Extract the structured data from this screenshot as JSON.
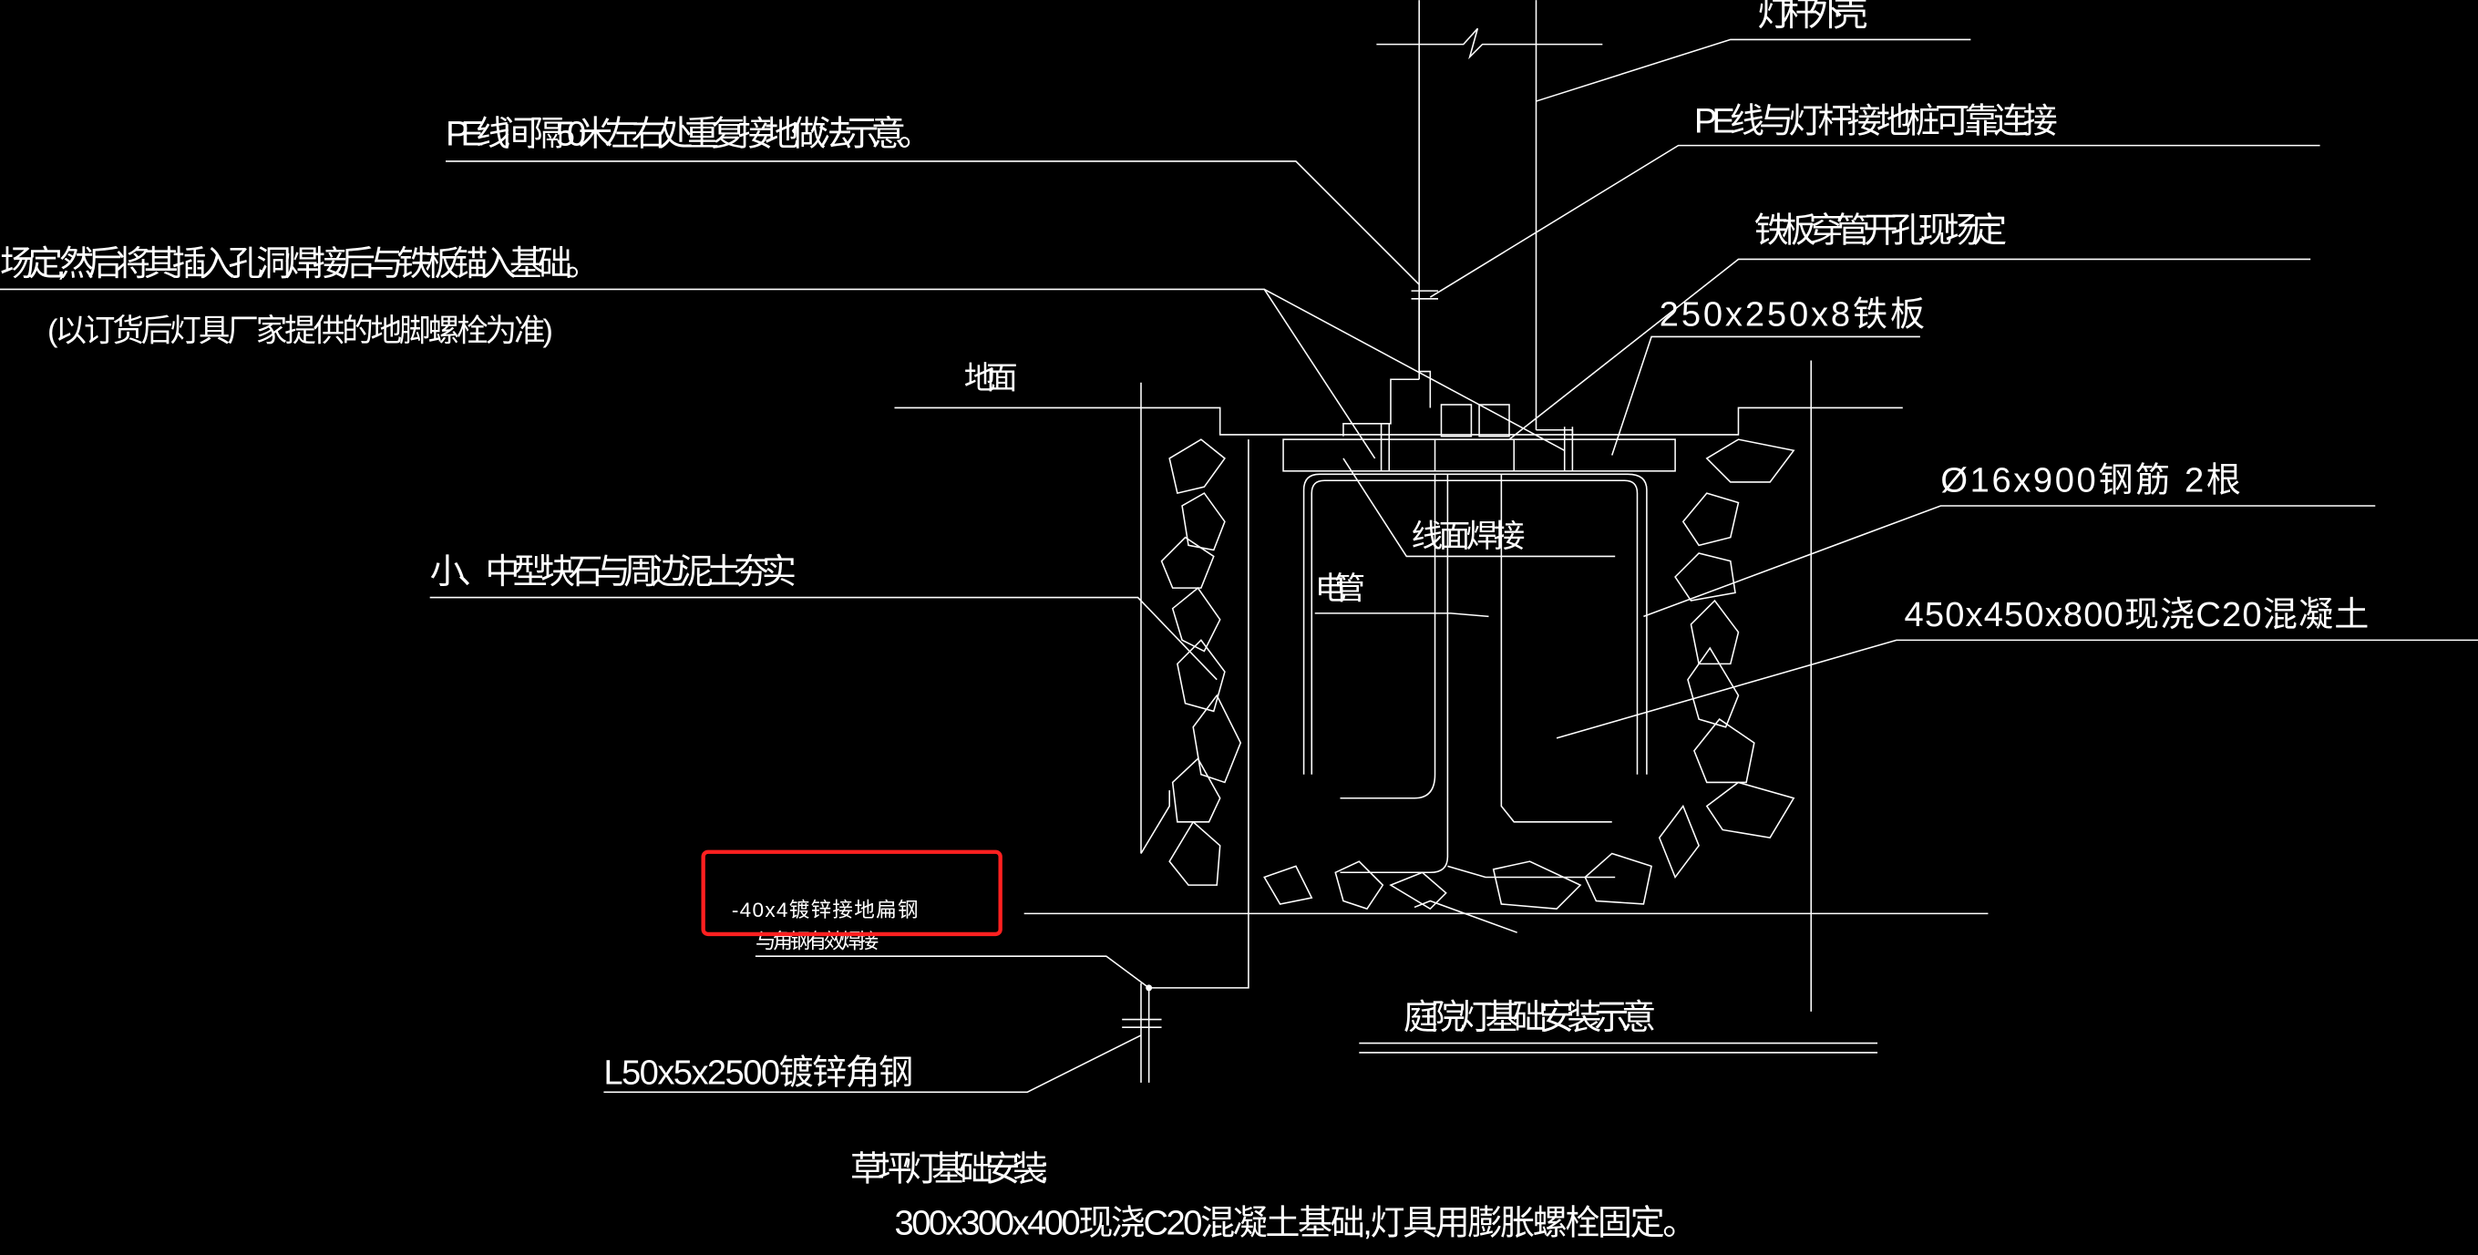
{
  "drawing": {
    "background_color": "#000000",
    "line_color": "#ffffff",
    "highlight_color": "#ff2020",
    "labels": {
      "pole_shell": "灯杆外壳",
      "pe_repeat_ground": "PE线间隔50米左右处重复接地做法示意。",
      "pe_pole_connect": "PE线与灯杆接地桩可靠连接",
      "anchor_note": "场定,然后将其插入孔洞焊接后与铁板锚入基础。",
      "anchor_note_2": "(以订货后灯具厂家提供的地脚螺栓为准)",
      "plate_hole": "铁板穿管开孔现场定",
      "steel_plate": "250x250x8铁板",
      "ground": "地面",
      "rebar": "Ø16x900钢筋   2根",
      "weld": "线面焊接",
      "stones": "小、中型块石与周边泥土夯实",
      "conduit": "电管",
      "concrete": "450x450x800现浇C20混凝土",
      "flat_steel": "-40x4镀锌接地扁钢",
      "flat_steel_weld": "与角钢有效焊接",
      "angle_steel": "L50x5x2500镀锌角钢",
      "title": "庭院灯基础安装示意",
      "lawn_title": "草坪灯基础安装:",
      "lawn_note": "300x300x400现浇C20混凝土基础,灯具用膨胀螺栓固定。"
    }
  }
}
